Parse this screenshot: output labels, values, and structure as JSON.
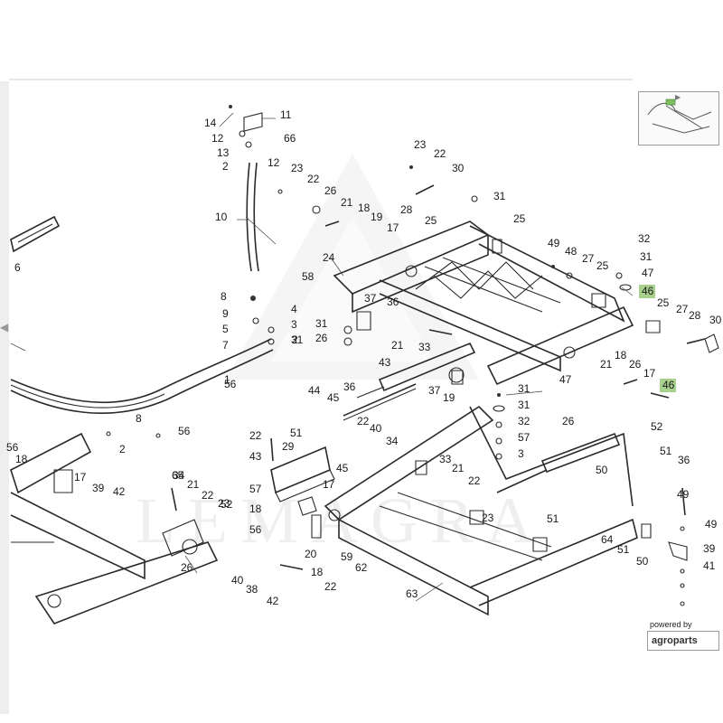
{
  "viewer": {
    "powered_label": "powered by",
    "powered_brand": "agroparts",
    "watermark": "LEMAGRA",
    "highlight_color": "#a9d18e",
    "icons": [
      "left-nav-arrow-icon",
      "thumbnail-nav-icon"
    ]
  },
  "callouts": [
    "14",
    "11",
    "12",
    "66",
    "13",
    "2",
    "12",
    "23",
    "22",
    "26",
    "10",
    "21",
    "18",
    "19",
    "17",
    "23",
    "22",
    "30",
    "31",
    "28",
    "25",
    "25",
    "49",
    "48",
    "27",
    "25",
    "32",
    "31",
    "47",
    "46",
    "25",
    "27",
    "28",
    "30",
    "24",
    "58",
    "37",
    "36",
    "8",
    "9",
    "5",
    "7",
    "4",
    "3",
    "31",
    "31",
    "26",
    "21",
    "33",
    "43",
    "44",
    "45",
    "36",
    "37",
    "19",
    "18",
    "21",
    "26",
    "17",
    "46",
    "47",
    "31",
    "31",
    "32",
    "57",
    "3",
    "1",
    "2",
    "6",
    "2",
    "8",
    "56",
    "56",
    "18",
    "17",
    "52",
    "39",
    "42",
    "34",
    "22",
    "29",
    "51",
    "22",
    "40",
    "34",
    "43",
    "45",
    "33",
    "21",
    "22",
    "23",
    "26",
    "52",
    "51",
    "36",
    "50",
    "49",
    "57",
    "17",
    "18",
    "56",
    "56",
    "65",
    "21",
    "22",
    "23",
    "26",
    "20",
    "18",
    "22",
    "42",
    "38",
    "40",
    "59",
    "62",
    "63",
    "51",
    "64",
    "51",
    "50",
    "49",
    "39",
    "41"
  ],
  "highlighted_callouts": [
    "46",
    "46"
  ]
}
